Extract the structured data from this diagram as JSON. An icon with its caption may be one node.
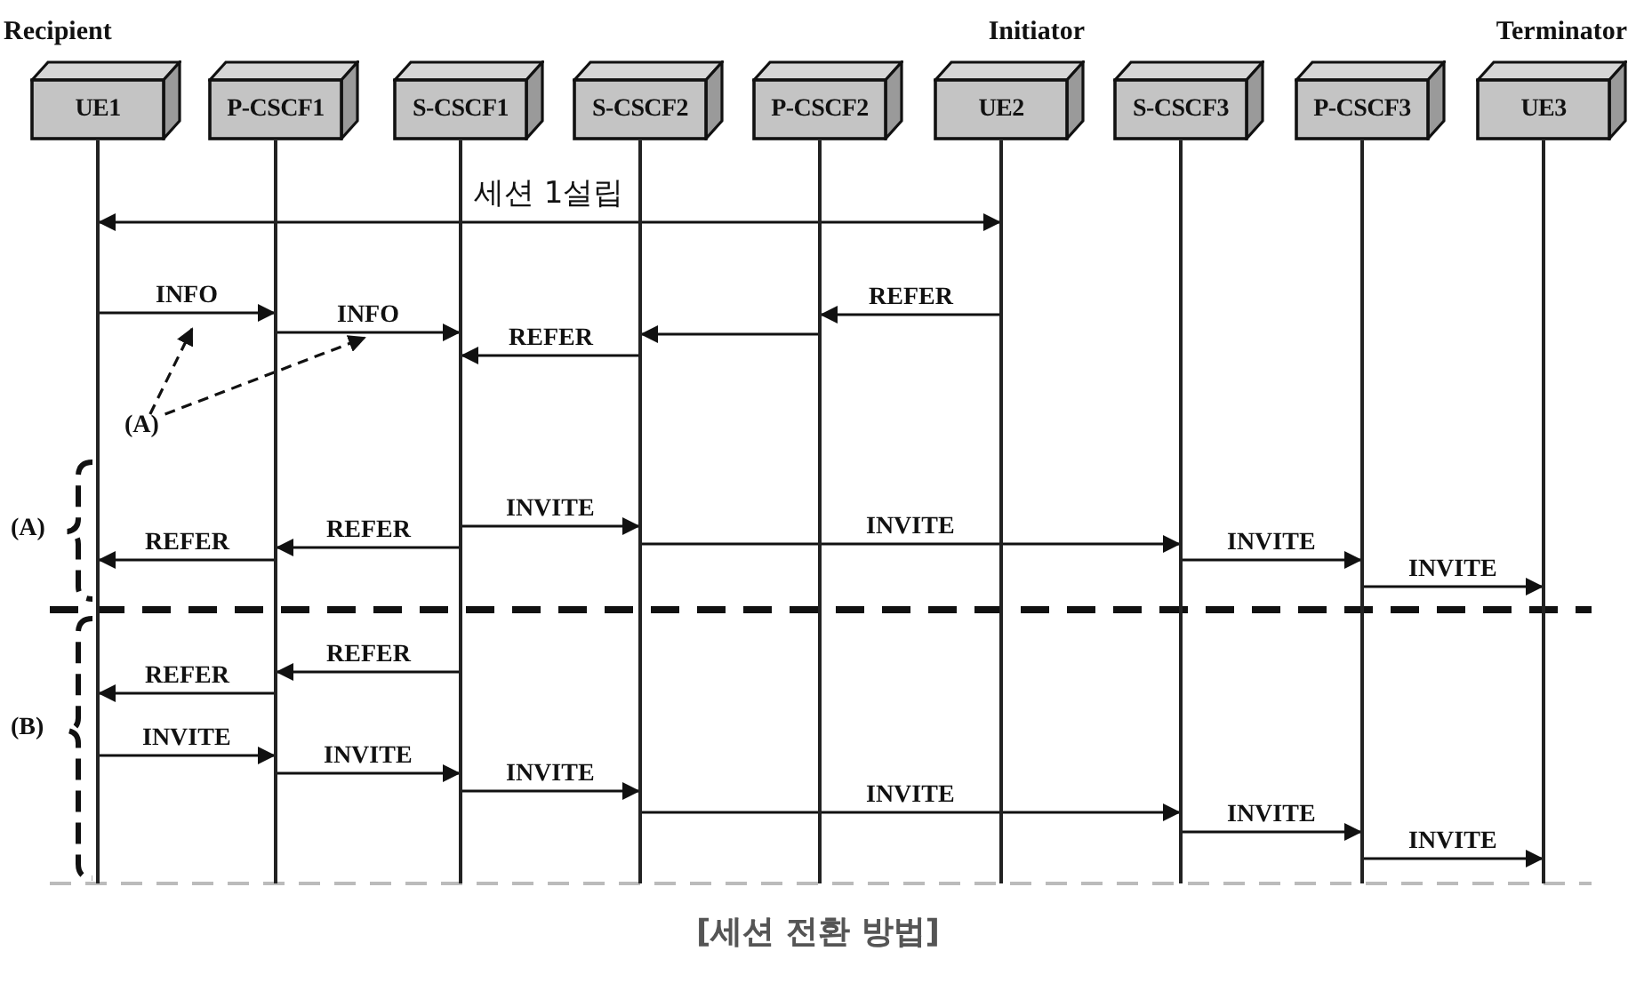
{
  "diagram": {
    "caption": "[세션 전환 방법]",
    "nodes": [
      {
        "text": [
          "UE1"
        ],
        "beside": [
          "Recipient"
        ]
      },
      {
        "text": [
          "P-CSCF1"
        ]
      },
      {
        "text": [
          "S-CSCF1"
        ]
      },
      {
        "text": [
          "S-CSCF2"
        ]
      },
      {
        "text": [
          "P-CSCF2"
        ]
      },
      {
        "text": [
          "UE2"
        ],
        "beside": [
          "Initiator"
        ]
      },
      {
        "text": [
          "S-CSCF3"
        ]
      },
      {
        "text": [
          "P-CSCF3"
        ]
      },
      {
        "text": [
          "UE3"
        ],
        "beside": [
          "Terminator"
        ]
      },
      {
        "text": [],
        "shape": "bar"
      },
      {
        "text": [],
        "shape": "bar"
      },
      {
        "text": [],
        "shape": "bar"
      },
      {
        "text": [],
        "shape": "bar"
      },
      {
        "text": [],
        "shape": "bar"
      },
      {
        "text": [],
        "shape": "bar"
      },
      {
        "text": [],
        "shape": "bar"
      },
      {
        "text": [],
        "shape": "bar"
      },
      {
        "text": [],
        "shape": "bar"
      },
      {
        "text": [
          "(A)"
        ]
      }
    ],
    "edges": [
      {
        "from": 9,
        "to": 14,
        "arrow": "both",
        "label": "세션 1설립"
      },
      {
        "from": 9,
        "to": 10,
        "arrow": "to",
        "label": "INFO"
      },
      {
        "from": 10,
        "to": 11,
        "arrow": "to",
        "label": "INFO"
      },
      {
        "from": 14,
        "to": 13,
        "arrow": "to",
        "label": "REFER"
      },
      {
        "from": 13,
        "to": 12,
        "arrow": "to"
      },
      {
        "from": 12,
        "to": 11,
        "arrow": "to",
        "label": "REFER"
      },
      {
        "from": 18,
        "to": null,
        "arrow": "to",
        "style": "dashed"
      },
      {
        "from": 18,
        "to": null,
        "arrow": "to",
        "style": "dashed"
      },
      {
        "from": 11,
        "to": 12,
        "arrow": "to",
        "label": "INVITE"
      },
      {
        "from": 11,
        "to": 10,
        "arrow": "to",
        "label": "REFER"
      },
      {
        "from": 10,
        "to": 9,
        "arrow": "to",
        "label": "REFER"
      },
      {
        "from": 12,
        "to": 15,
        "arrow": "to",
        "label": "INVITE"
      },
      {
        "from": 15,
        "to": 16,
        "arrow": "to",
        "label": "INVITE"
      },
      {
        "from": 16,
        "to": 17,
        "arrow": "to",
        "label": "INVITE"
      },
      {
        "from": 11,
        "to": 10,
        "arrow": "to",
        "label": "REFER"
      },
      {
        "from": 10,
        "to": 9,
        "arrow": "to",
        "label": "REFER"
      },
      {
        "from": 9,
        "to": 10,
        "arrow": "to",
        "label": "INVITE"
      },
      {
        "from": 10,
        "to": 11,
        "arrow": "to",
        "label": "INVITE"
      },
      {
        "from": 11,
        "to": 12,
        "arrow": "to",
        "label": "INVITE"
      },
      {
        "from": 12,
        "to": 15,
        "arrow": "to",
        "label": "INVITE"
      },
      {
        "from": 15,
        "to": 16,
        "arrow": "to",
        "label": "INVITE"
      },
      {
        "from": 16,
        "to": 17,
        "arrow": "to",
        "label": "INVITE"
      }
    ],
    "labels": [
      "(A)",
      "(B)"
    ]
  }
}
